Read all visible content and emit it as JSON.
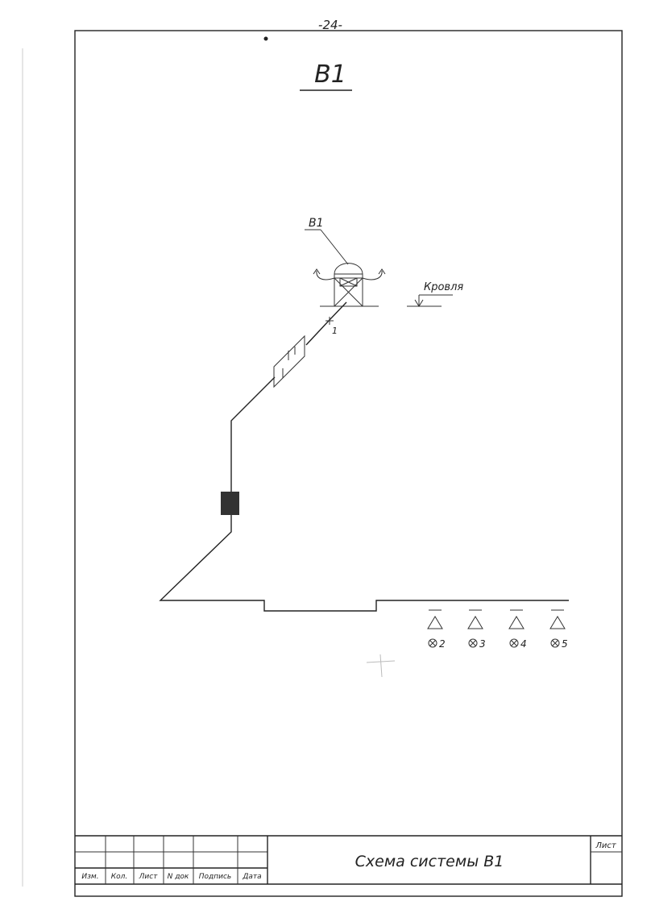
{
  "page_number": "-24-",
  "drawing_title": "В1",
  "diagram": {
    "unit_label": "В1",
    "roof_label": "Кровля",
    "point_label": "1",
    "outlets": [
      "2",
      "3",
      "4",
      "5"
    ]
  },
  "title_block": {
    "columns": [
      "Изм.",
      "Кол.",
      "Лист",
      "N док",
      "Подпись",
      "Дата"
    ],
    "title": "Схема системы В1",
    "sheet_label": "Лист"
  }
}
